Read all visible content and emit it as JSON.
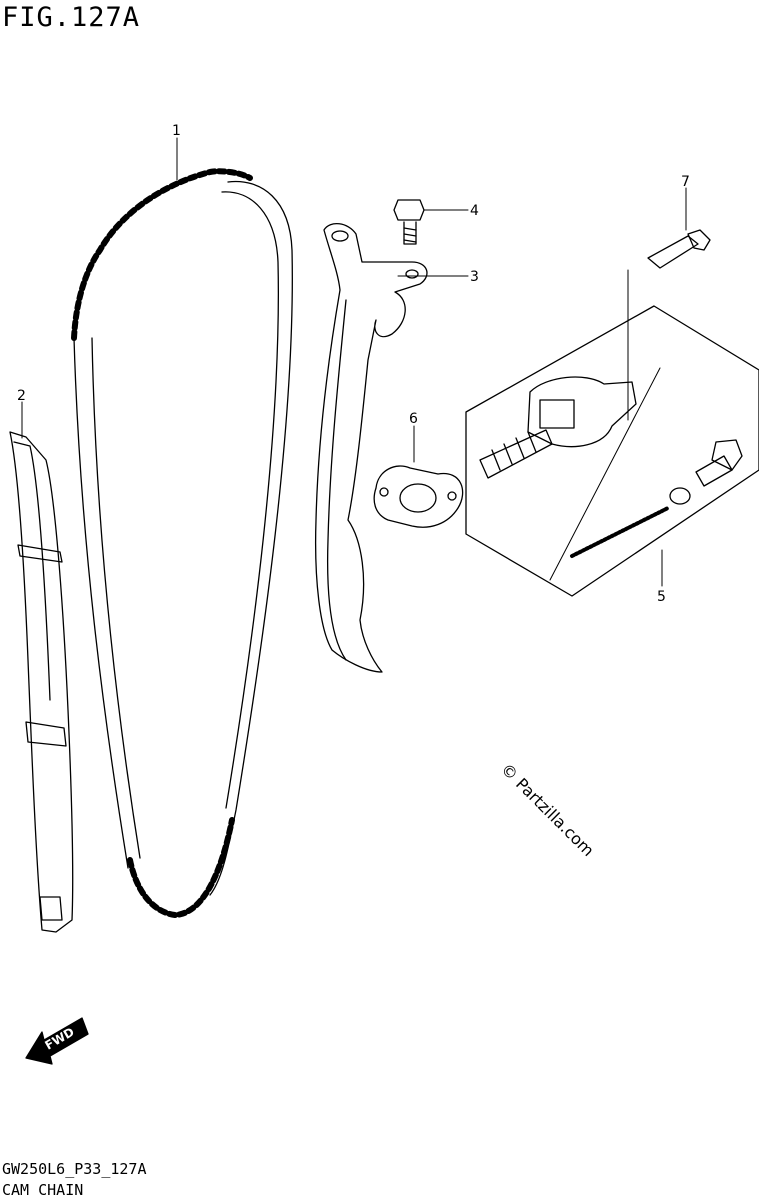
{
  "figure": {
    "title": "FIG.127A",
    "footer_code": "GW250L6_P33_127A",
    "footer_name": "CAM CHAIN",
    "watermark": "© Partzilla.com",
    "fwd_label": "FWD"
  },
  "callouts": [
    {
      "id": "1",
      "label": "1"
    },
    {
      "id": "2",
      "label": "2"
    },
    {
      "id": "3",
      "label": "3"
    },
    {
      "id": "4",
      "label": "4"
    },
    {
      "id": "5",
      "label": "5"
    },
    {
      "id": "6",
      "label": "6"
    },
    {
      "id": "7",
      "label": "7"
    }
  ],
  "colors": {
    "line": "#000000",
    "background": "#ffffff"
  }
}
